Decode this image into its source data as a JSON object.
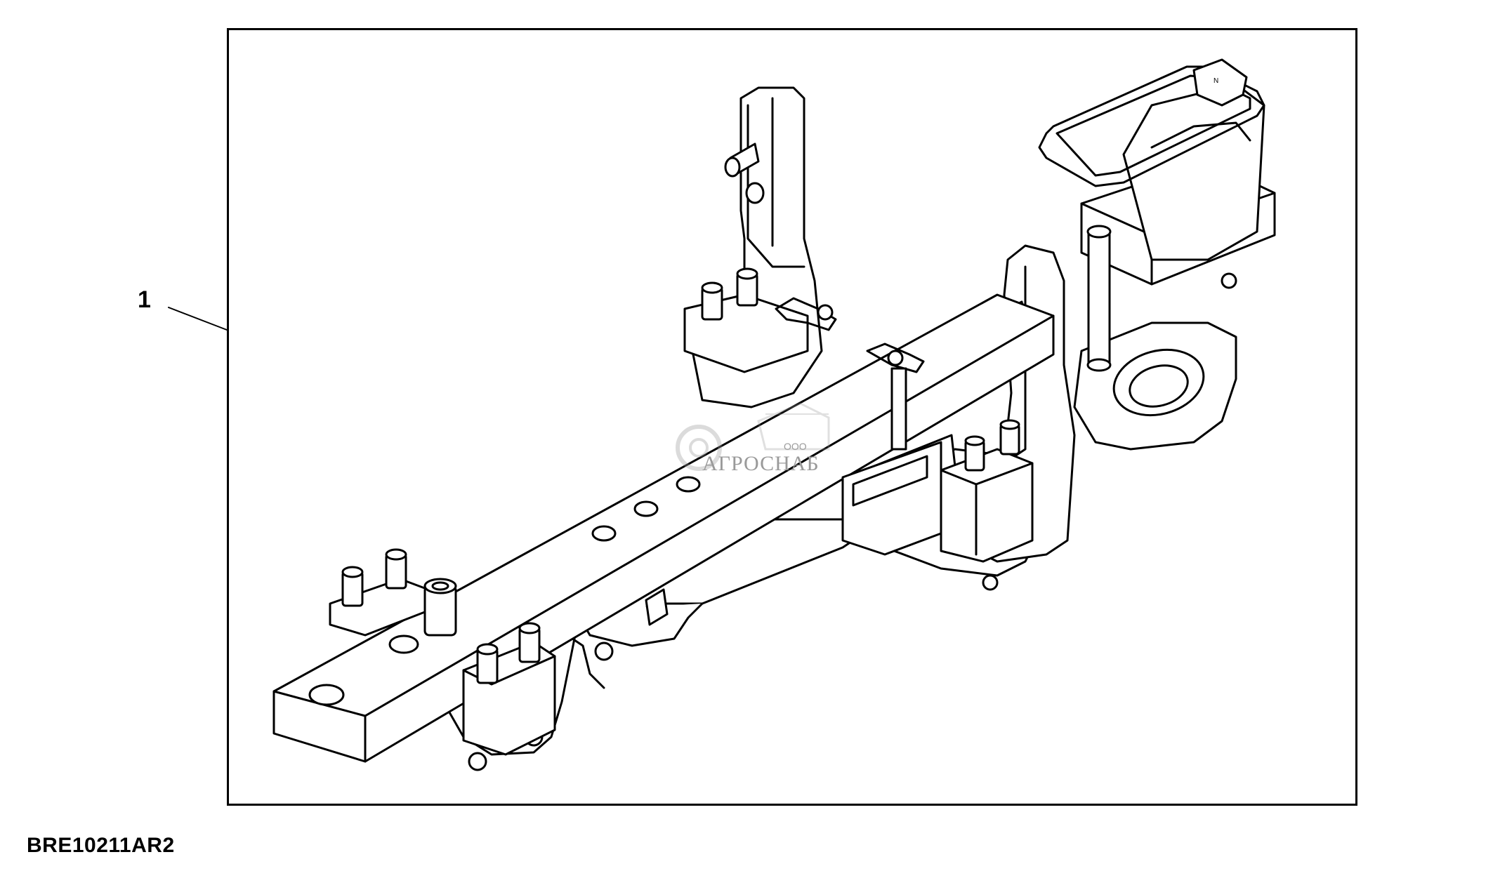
{
  "figure": {
    "figure_id": "BRE10211AR2",
    "callout": "1"
  },
  "watermark": {
    "brand": "АГРОСНАБ",
    "prefix": "ООО"
  }
}
